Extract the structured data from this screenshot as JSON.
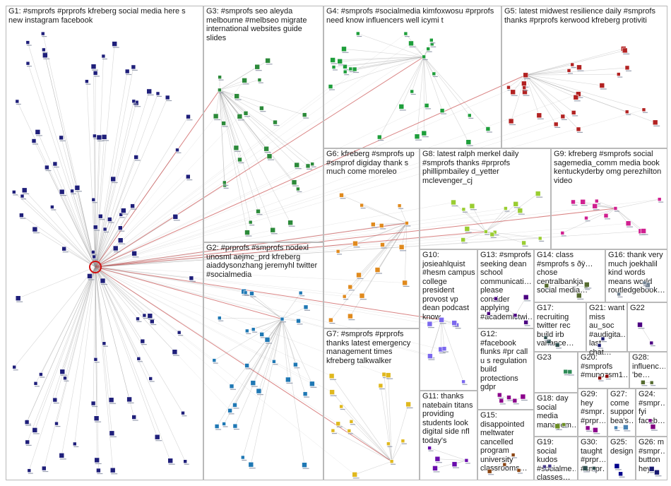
{
  "groups": [
    {
      "id": "G1",
      "label": "G1: #smprofs #prprofs kfreberg social media here s new instagram facebook",
      "color": "#1f1f7a"
    },
    {
      "id": "G2",
      "label": "G2: #prprofs #smprofs nodexl unosml aejmc_prd kfreberg aiaddysonzhang jeremyhl twitter #socialmedia",
      "color": "#1f78b4"
    },
    {
      "id": "G3",
      "label": "G3: #smprofs seo aleyda melbourne #melbseo migrate international websites guide slides",
      "color": "#2c8a3a"
    },
    {
      "id": "G4",
      "label": "G4: #smprofs #socialmedia kimfoxwosu #prprofs need know influencers well icymi t",
      "color": "#1e9e3b"
    },
    {
      "id": "G5",
      "label": "G5: latest midwest resilience daily #smprofs thanks #prprofs kerwood kfreberg protiviti",
      "color": "#b22222"
    },
    {
      "id": "G6",
      "label": "G6: kfreberg #smprofs up #smprof digiday thank s much come moreleo",
      "color": "#e08a1e"
    },
    {
      "id": "G7",
      "label": "G7: #smprofs #prprofs thanks latest emergency management times kfreberg talkwalker",
      "color": "#e0b81e"
    },
    {
      "id": "G8",
      "label": "G8: latest ralph merkel daily #smprofs thanks #prprofs phillipmbailey d_yetter mclevenger_cj",
      "color": "#9acd32"
    },
    {
      "id": "G9",
      "label": "G9: kfreberg #smprofs social sagemedia_comm media book kentuckyderby omg perezhilton video",
      "color": "#d02090"
    },
    {
      "id": "G10",
      "label": "G10: josieahlquist #hesm campus college president provost vp dean podcast know",
      "color": "#7b68ee"
    },
    {
      "id": "G11",
      "label": "G11: thanks natebain titans providing students look digital side nfl today's",
      "color": "#6a0dad"
    },
    {
      "id": "G12",
      "label": "G12: #facebook flunks #pr call u s regulation build protections gdpr",
      "color": "#8b008b"
    },
    {
      "id": "G13",
      "label": "G13: #smprofs seeking dean school communicati… please consider applying #academictwi…",
      "color": "#4b0082"
    },
    {
      "id": "G14",
      "label": "G14: class #smprofs s ðÿ… chose centralbankja social media…",
      "color": "#556b2f"
    },
    {
      "id": "G15",
      "label": "G15: disappointed meltwater cancelled program university classrooms…",
      "color": "#8b4513"
    },
    {
      "id": "G16",
      "label": "G16: thank very much joekhalil kind words means world routledgebook…",
      "color": "#708090"
    },
    {
      "id": "G17",
      "label": "G17: recruiting twitter rec build irb variance…",
      "color": "#2f4f4f"
    },
    {
      "id": "G18",
      "label": "G18: day social media managem…",
      "color": "#6b8e23"
    },
    {
      "id": "G19",
      "label": "G19: social kudos #socialme… classes…",
      "color": "#483d8b"
    },
    {
      "id": "G20",
      "label": "G20: #smprofs #munozsm1…",
      "color": "#8b0000"
    },
    {
      "id": "G21",
      "label": "G21: want miss au_soc #audigita… last chat…",
      "color": "#191970"
    },
    {
      "id": "G22",
      "label": "G22",
      "color": "#4b0082"
    },
    {
      "id": "G23",
      "label": "G23",
      "color": "#2e8b57"
    },
    {
      "id": "G24",
      "label": "G24: #smpr… fyi faceb…",
      "color": "#800080"
    },
    {
      "id": "G25",
      "label": "G25: design",
      "color": "#00008b"
    },
    {
      "id": "G26",
      "label": "G26: m #smpr… button hey…",
      "color": "#191970"
    },
    {
      "id": "G27",
      "label": "G27: come support bea's…",
      "color": "#4682b4"
    },
    {
      "id": "G28",
      "label": "G28: influenc… 'be…",
      "color": "#556b2f"
    },
    {
      "id": "G29",
      "label": "G29: hey #smpr… #prpr…",
      "color": "#8b008b"
    },
    {
      "id": "G30",
      "label": "G30: taught #prpr… #smpr…",
      "color": "#2f4f4f"
    }
  ]
}
